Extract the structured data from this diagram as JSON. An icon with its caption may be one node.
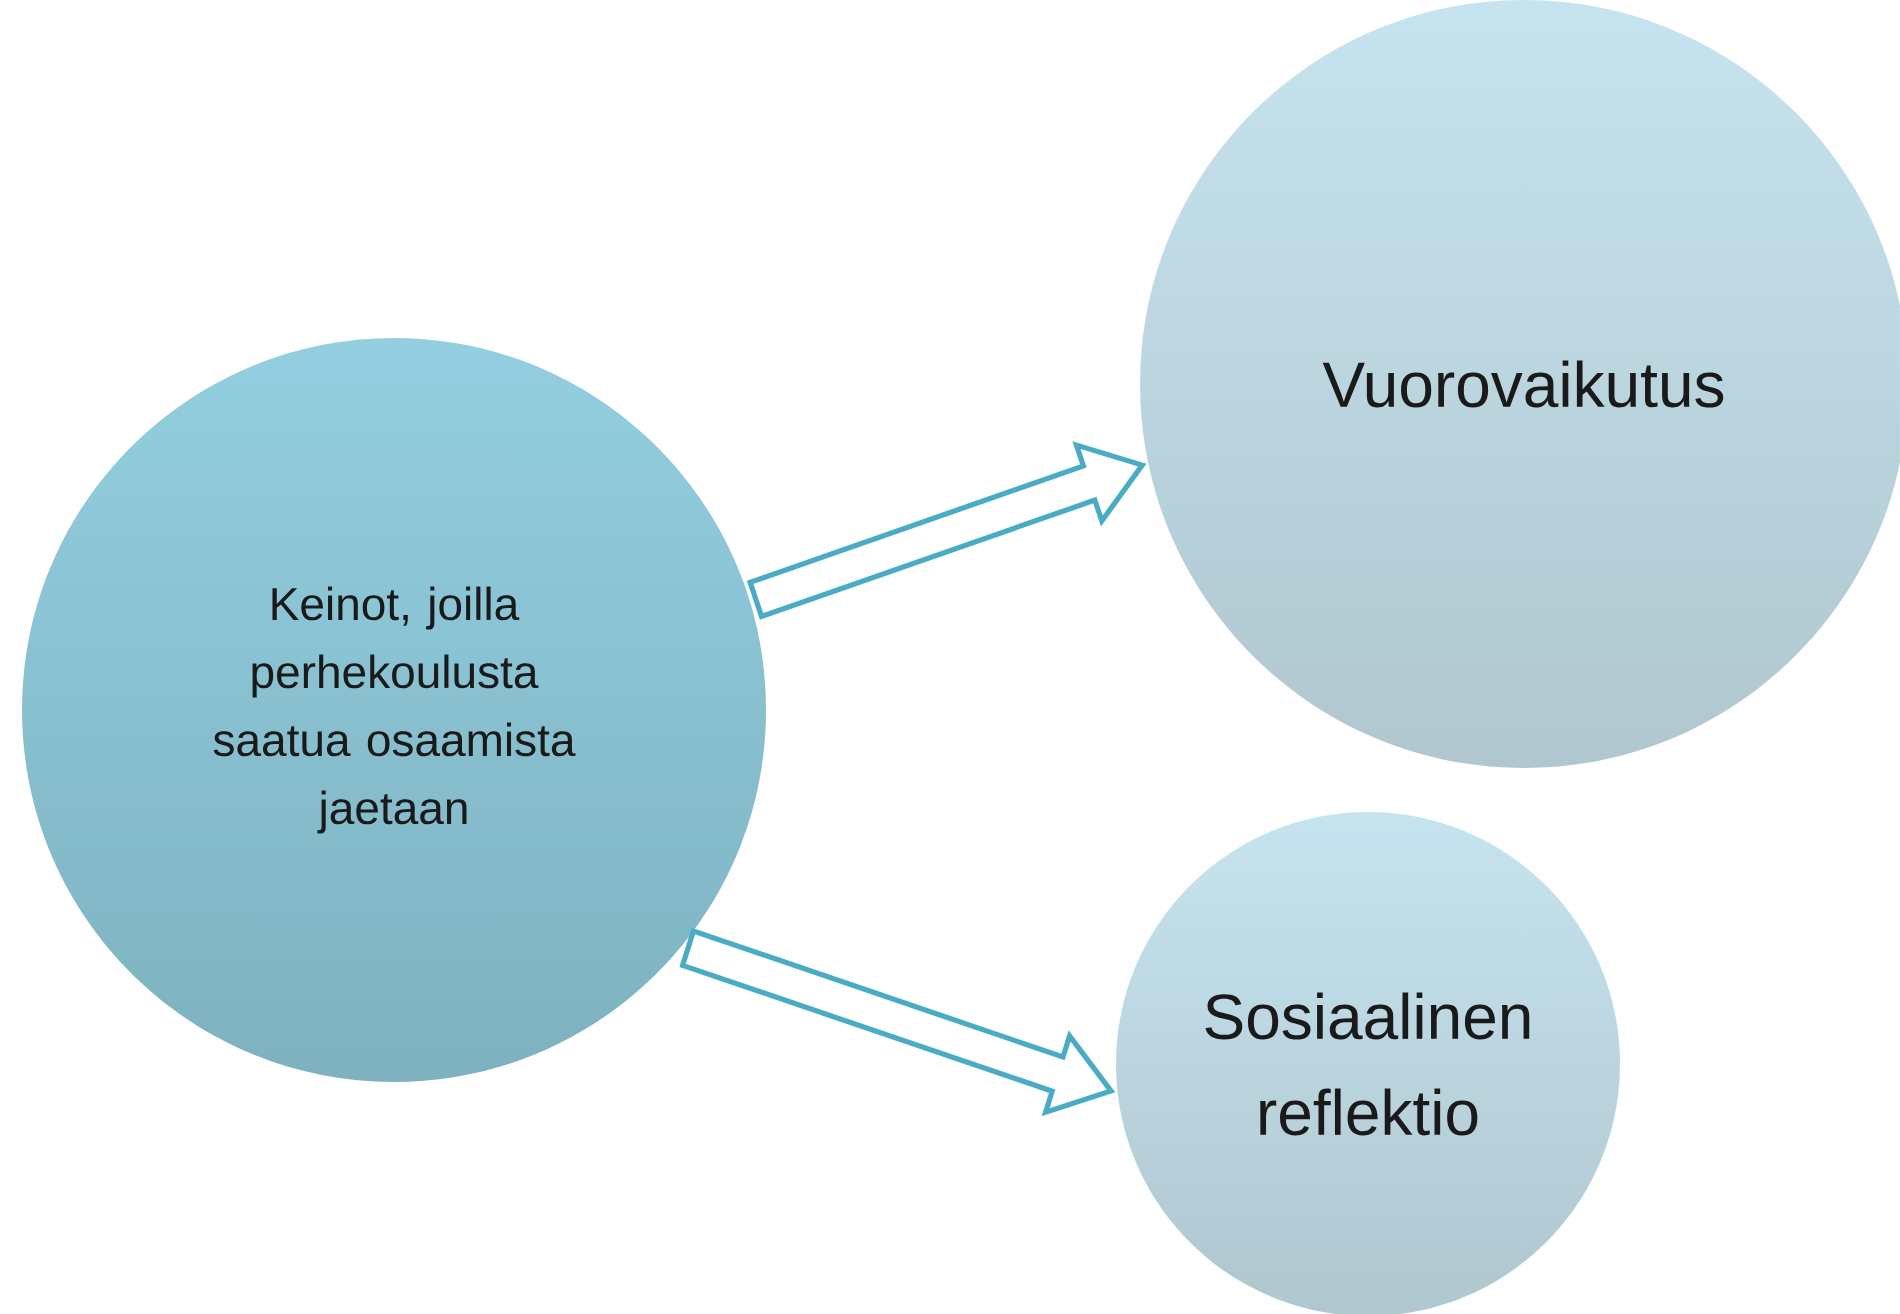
{
  "diagram": {
    "nodes": [
      {
        "text": [
          "Keinot, joilla perhekoulusta saatua osaamista jaetaan"
        ]
      },
      {
        "text": [
          "Vuorovaikutus"
        ]
      },
      {
        "text": [
          "Sosiaalinen reflektio"
        ]
      }
    ],
    "edges": [
      {
        "from": 0,
        "to": 1,
        "arrow": "to"
      },
      {
        "from": 0,
        "to": 2,
        "arrow": "to"
      }
    ]
  }
}
